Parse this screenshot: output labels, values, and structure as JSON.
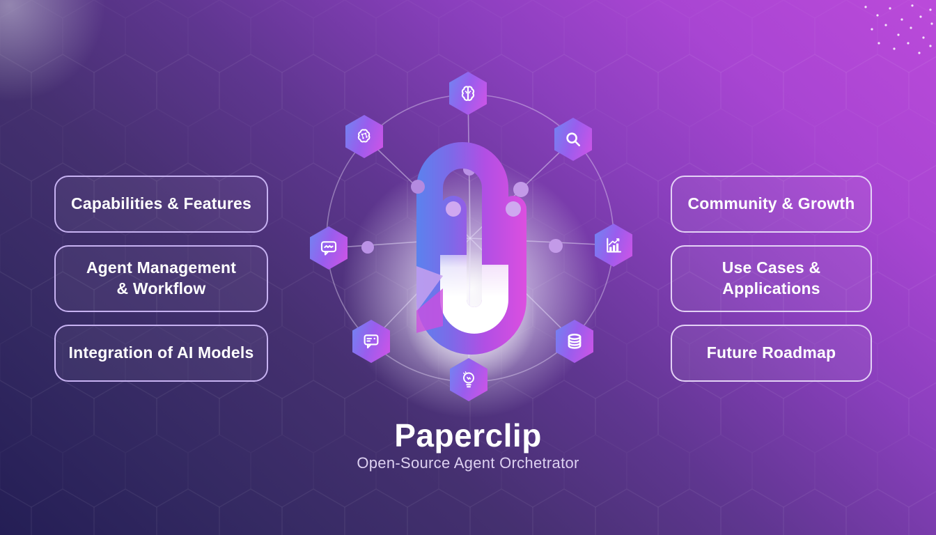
{
  "page": {
    "title": "Paperclip",
    "subtitle": "Open-Source Agent Orchetrator"
  },
  "left_panel": {
    "boxes": [
      {
        "label": "Capabilities & Features"
      },
      {
        "label": "Agent Management\n& Workflow"
      },
      {
        "label": "Integration of AI Models"
      }
    ]
  },
  "right_panel": {
    "boxes": [
      {
        "label": "Community & Growth"
      },
      {
        "label": "Use Cases &\nApplications"
      },
      {
        "label": "Future Roadmap"
      }
    ]
  },
  "hub": {
    "nodes": [
      {
        "icon": "brain-icon",
        "position": "top"
      },
      {
        "icon": "neural-brain-icon",
        "position": "top-left"
      },
      {
        "icon": "search-icon",
        "position": "top-right"
      },
      {
        "icon": "chat-wave-icon",
        "position": "left"
      },
      {
        "icon": "bar-chart-icon",
        "position": "right"
      },
      {
        "icon": "chat-message-icon",
        "position": "bottom-left"
      },
      {
        "icon": "database-icon",
        "position": "bottom-right"
      },
      {
        "icon": "lightbulb-icon",
        "position": "bottom"
      }
    ]
  },
  "colors": {
    "background_dark": "#241e55",
    "background_bright": "#bb4ada",
    "node_gradient_start": "#6f86f2",
    "node_gradient_end": "#d253e6",
    "box_border_left": "#c7b2f2",
    "box_border_right": "#e4d2f6",
    "clip_blue": "#5b82ee",
    "clip_magenta": "#d94fe0",
    "accent_lavender": "#bb92e6",
    "text_primary": "#ffffff",
    "text_subtitle": "#ddd1f1"
  }
}
